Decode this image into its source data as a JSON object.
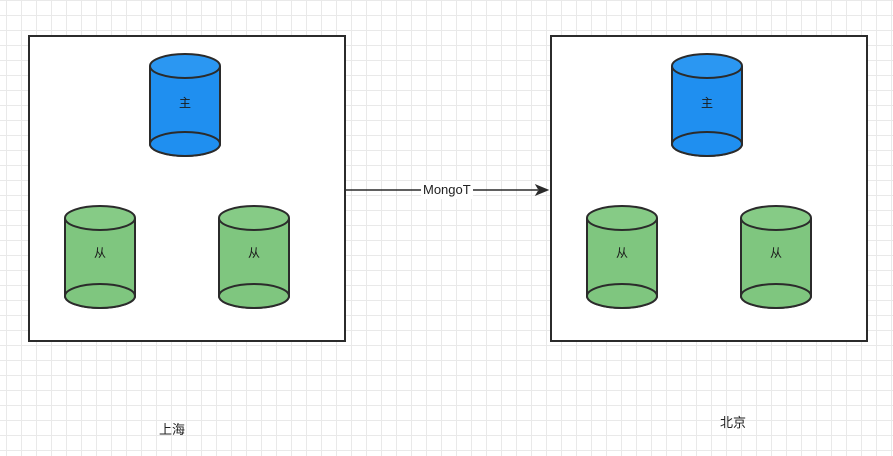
{
  "diagram": {
    "regions": [
      {
        "id": "left",
        "name": "上海"
      },
      {
        "id": "right",
        "name": "北京"
      }
    ],
    "nodes": {
      "primary_label": "主",
      "secondary_label": "从"
    },
    "link": {
      "label": "MongoT"
    },
    "colors": {
      "primary_fill": "#1f8ff0",
      "primary_top": "#2b97f2",
      "secondary_fill": "#7fc67f",
      "secondary_top": "#86cb86",
      "stroke": "#2b2b2b"
    }
  }
}
